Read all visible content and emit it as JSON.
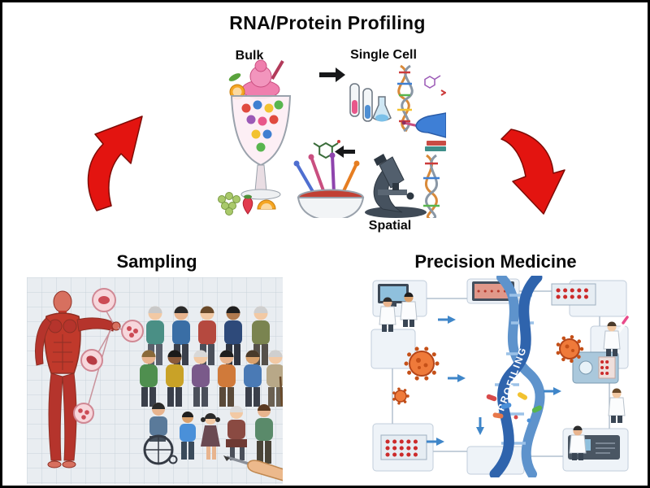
{
  "figure": {
    "background": "#ffffff",
    "border_color": "#000000",
    "title": "RNA/Protein Profiling",
    "profiling": {
      "labels": {
        "bulk": "Bulk",
        "single_cell": "Single Cell",
        "spatial": "Spatial"
      },
      "scene": "smoothie glass with fruit (bulk), arrow to test tubes and DNA with gloved hand (single cell), molecule, swab bowl, microscope and DNA strand (spatial)"
    },
    "sampling": {
      "label": "Sampling",
      "scene": "anatomical muscle figure with tissue inset circles beside a diverse crowd of people on grid paper; a hand drawing the scene with a pencil"
    },
    "precision_medicine": {
      "label": "Precision Medicine",
      "helix_text": "PROFILING",
      "scene": "blue DNA ribbon flowchart with virus particles, scientists, lab machines, sample trays and pills"
    },
    "cycle_arrows": {
      "color": "#e31410",
      "left": {
        "from": "Sampling",
        "to": "RNA/Protein Profiling"
      },
      "right": {
        "from": "RNA/Protein Profiling",
        "to": "Precision Medicine"
      }
    }
  }
}
